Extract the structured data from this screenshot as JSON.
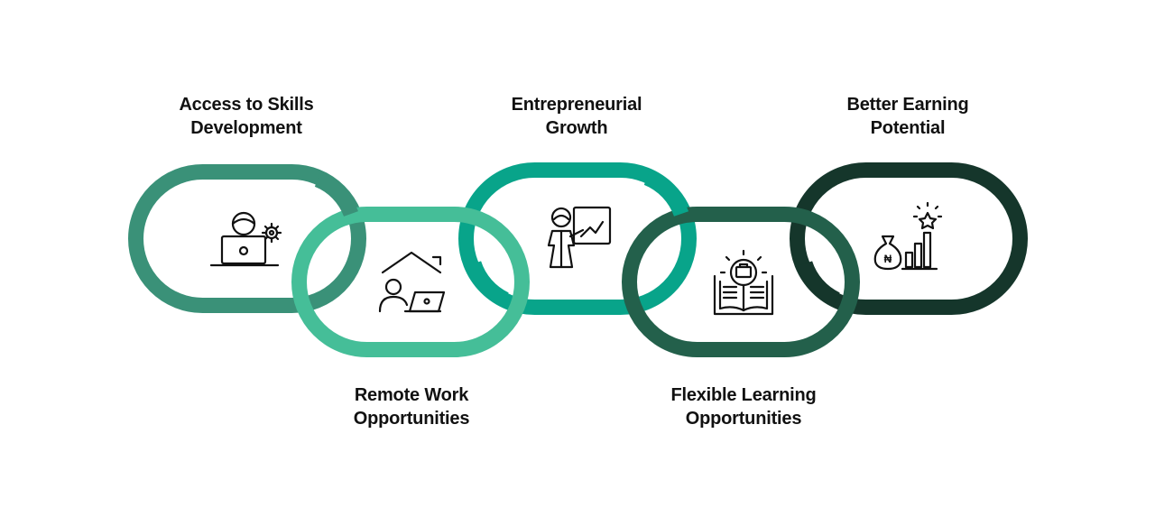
{
  "diagram": {
    "links": [
      {
        "id": "skills",
        "lines": [
          "Access to Skills",
          "Development"
        ],
        "icon": "laptop-learner-gear-icon",
        "color": "#3a9178"
      },
      {
        "id": "remote",
        "lines": [
          "Remote Work",
          "Opportunities"
        ],
        "icon": "remote-worker-home-icon",
        "color": "#45be98"
      },
      {
        "id": "entrepreneur",
        "lines": [
          "Entrepreneurial",
          "Growth"
        ],
        "icon": "presenter-growth-chart-icon",
        "color": "#08a48a"
      },
      {
        "id": "learning",
        "lines": [
          "Flexible Learning",
          "Opportunities"
        ],
        "icon": "open-book-lightbulb-icon",
        "color": "#23604b"
      },
      {
        "id": "earning",
        "lines": [
          "Better Earning",
          "Potential"
        ],
        "icon": "money-bag-bar-chart-icon",
        "color": "#15362b"
      }
    ]
  }
}
